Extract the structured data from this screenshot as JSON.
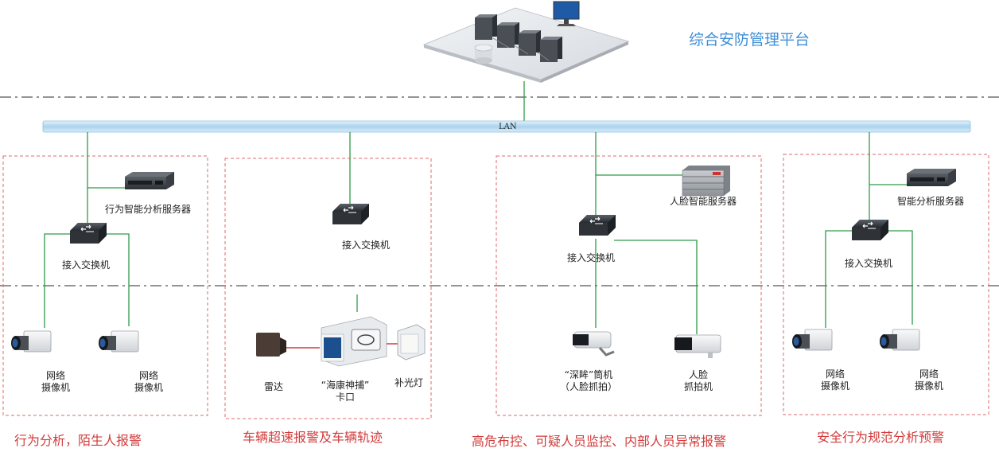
{
  "platform": {
    "title": "综合安防管理平台"
  },
  "network": {
    "lan_label": "LAN"
  },
  "zones": [
    {
      "caption": "行为分析，陌生人报警",
      "server_label": "行为智能分析服务器",
      "switch_label": "接入交换机",
      "camera_label_1": "网络\n摄像机",
      "camera_label_2": "网络\n摄像机"
    },
    {
      "caption": "车辆超速报警及车辆轨迹",
      "switch_label": "接入交换机",
      "radar_label": "雷达",
      "checkpoint_label": "“海康神捕”\n卡口",
      "light_label": "补光灯"
    },
    {
      "caption": "高危布控、可疑人员监控、内部人员异常报警",
      "server_label": "人脸智能服务器",
      "switch_label": "接入交换机",
      "bullet_label": "“深眸”筒机\n（人脸抓拍）",
      "face_camera_label": "人脸\n抓拍机"
    },
    {
      "caption": "安全行为规范分析预警",
      "server_label": "智能分析服务器",
      "switch_label": "接入交换机",
      "camera_label_1": "网络\n摄像机",
      "camera_label_2": "网络\n摄像机"
    }
  ]
}
